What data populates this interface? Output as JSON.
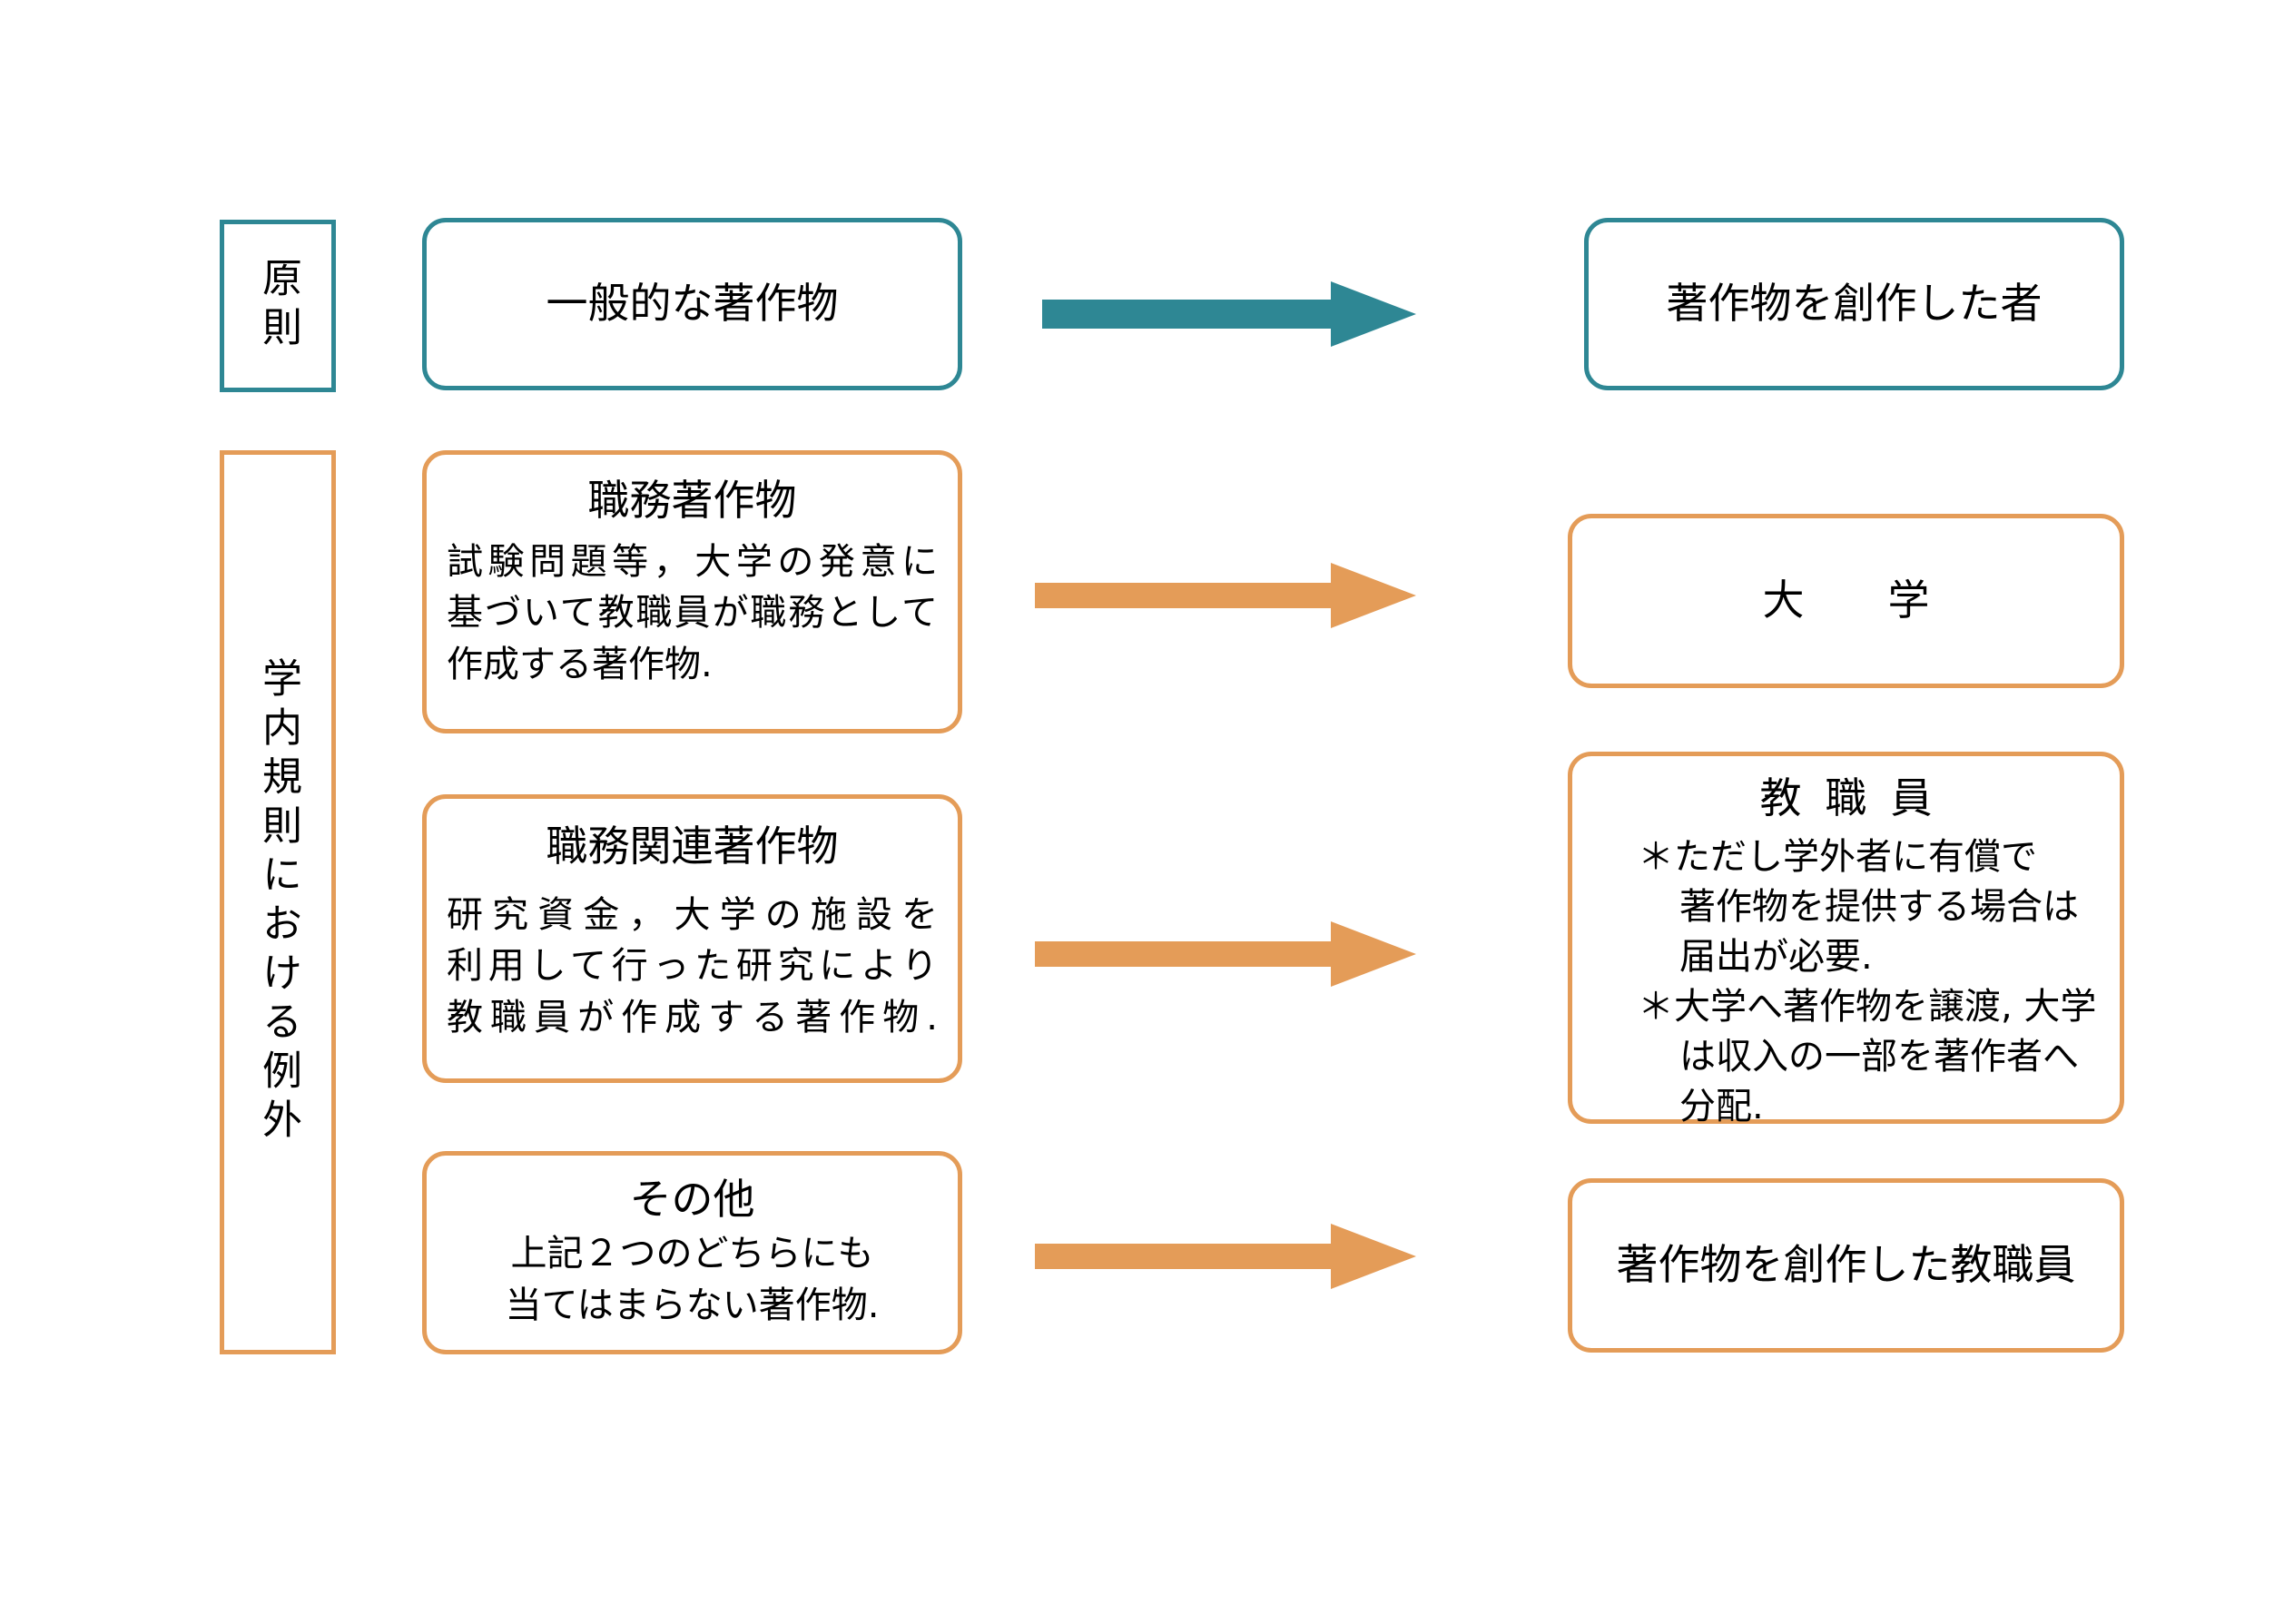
{
  "colors": {
    "teal": "#2E8794",
    "orange": "#E49C58",
    "text": "#000000",
    "background": "#FFFFFF"
  },
  "categories": [
    {
      "id": "principle",
      "label": "原則",
      "color": "#2E8794"
    },
    {
      "id": "exception",
      "label": "学内規則における例外",
      "color": "#E49C58"
    }
  ],
  "rows": [
    {
      "id": "general-work",
      "color": "#2E8794",
      "source": {
        "title": "一般的な著作物",
        "body_lines": []
      },
      "arrow": {
        "name": "arrow-right-teal",
        "color": "#2E8794"
      },
      "target": {
        "title": "著作物を創作した者",
        "body_lines": []
      }
    },
    {
      "id": "work-made-for-hire",
      "color": "#E49C58",
      "source": {
        "title": "職務著作物",
        "body_lines": [
          "試験問題等，大学の発意に",
          "基づいて教職員が職務として",
          "作成する著作物."
        ]
      },
      "arrow": {
        "name": "arrow-right-orange",
        "color": "#E49C58"
      },
      "target": {
        "title": "大　　学",
        "body_lines": []
      }
    },
    {
      "id": "work-related-to-duties",
      "color": "#E49C58",
      "source": {
        "title": "職務関連著作物",
        "body_lines": [
          "研究資金，大学の施設を",
          "利用して行った研究により",
          "教職員が作成する著作物."
        ]
      },
      "arrow": {
        "name": "arrow-right-orange",
        "color": "#E49C58"
      },
      "target": {
        "title": "教職員",
        "bullets": [
          {
            "marker": "＊",
            "lines": [
              "ただし学外者に有償で",
              "著作物を提供する場合は",
              "届出が必要."
            ]
          },
          {
            "marker": "＊",
            "lines": [
              "大学へ著作物を譲渡, 大学",
              "は収入の一部を著作者へ",
              "分配."
            ]
          }
        ]
      }
    },
    {
      "id": "other-works",
      "color": "#E49C58",
      "source": {
        "title": "その他",
        "body_lines": [
          "上記２つのどちらにも",
          "当てはまらない著作物."
        ]
      },
      "arrow": {
        "name": "arrow-right-orange",
        "color": "#E49C58"
      },
      "target": {
        "title": "著作物を創作した教職員",
        "body_lines": []
      }
    }
  ]
}
